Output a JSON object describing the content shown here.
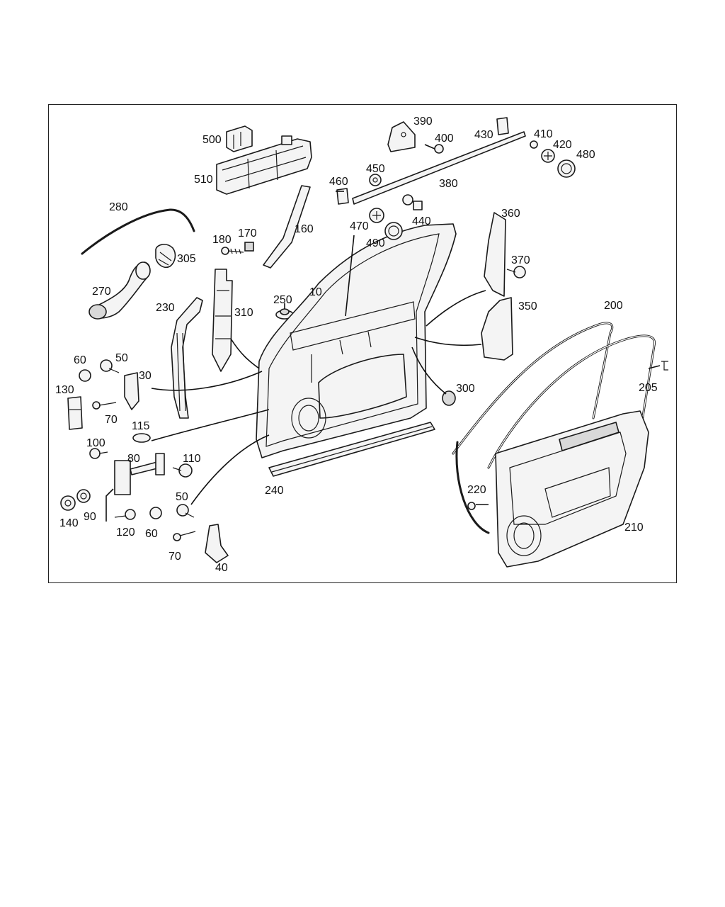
{
  "diagram": {
    "callouts": [
      {
        "id": "c10",
        "label": "10"
      },
      {
        "id": "c30",
        "label": "30"
      },
      {
        "id": "c40",
        "label": "40"
      },
      {
        "id": "c50a",
        "label": "50"
      },
      {
        "id": "c50b",
        "label": "50"
      },
      {
        "id": "c60a",
        "label": "60"
      },
      {
        "id": "c60b",
        "label": "60"
      },
      {
        "id": "c70a",
        "label": "70"
      },
      {
        "id": "c70b",
        "label": "70"
      },
      {
        "id": "c80",
        "label": "80"
      },
      {
        "id": "c90",
        "label": "90"
      },
      {
        "id": "c100",
        "label": "100"
      },
      {
        "id": "c110",
        "label": "110"
      },
      {
        "id": "c115",
        "label": "115"
      },
      {
        "id": "c120",
        "label": "120"
      },
      {
        "id": "c130",
        "label": "130"
      },
      {
        "id": "c140",
        "label": "140"
      },
      {
        "id": "c160",
        "label": "160"
      },
      {
        "id": "c170",
        "label": "170"
      },
      {
        "id": "c180",
        "label": "180"
      },
      {
        "id": "c200",
        "label": "200"
      },
      {
        "id": "c205",
        "label": "205"
      },
      {
        "id": "c210",
        "label": "210"
      },
      {
        "id": "c220",
        "label": "220"
      },
      {
        "id": "c230",
        "label": "230"
      },
      {
        "id": "c240",
        "label": "240"
      },
      {
        "id": "c250",
        "label": "250"
      },
      {
        "id": "c270",
        "label": "270"
      },
      {
        "id": "c280",
        "label": "280"
      },
      {
        "id": "c300",
        "label": "300"
      },
      {
        "id": "c305",
        "label": "305"
      },
      {
        "id": "c310",
        "label": "310"
      },
      {
        "id": "c350",
        "label": "350"
      },
      {
        "id": "c360",
        "label": "360"
      },
      {
        "id": "c370",
        "label": "370"
      },
      {
        "id": "c380",
        "label": "380"
      },
      {
        "id": "c390",
        "label": "390"
      },
      {
        "id": "c400",
        "label": "400"
      },
      {
        "id": "c410",
        "label": "410"
      },
      {
        "id": "c420",
        "label": "420"
      },
      {
        "id": "c430",
        "label": "430"
      },
      {
        "id": "c440",
        "label": "440"
      },
      {
        "id": "c450",
        "label": "450"
      },
      {
        "id": "c460",
        "label": "460"
      },
      {
        "id": "c470",
        "label": "470"
      },
      {
        "id": "c480",
        "label": "480"
      },
      {
        "id": "c490",
        "label": "490"
      },
      {
        "id": "c500",
        "label": "500"
      },
      {
        "id": "c510",
        "label": "510"
      }
    ]
  }
}
